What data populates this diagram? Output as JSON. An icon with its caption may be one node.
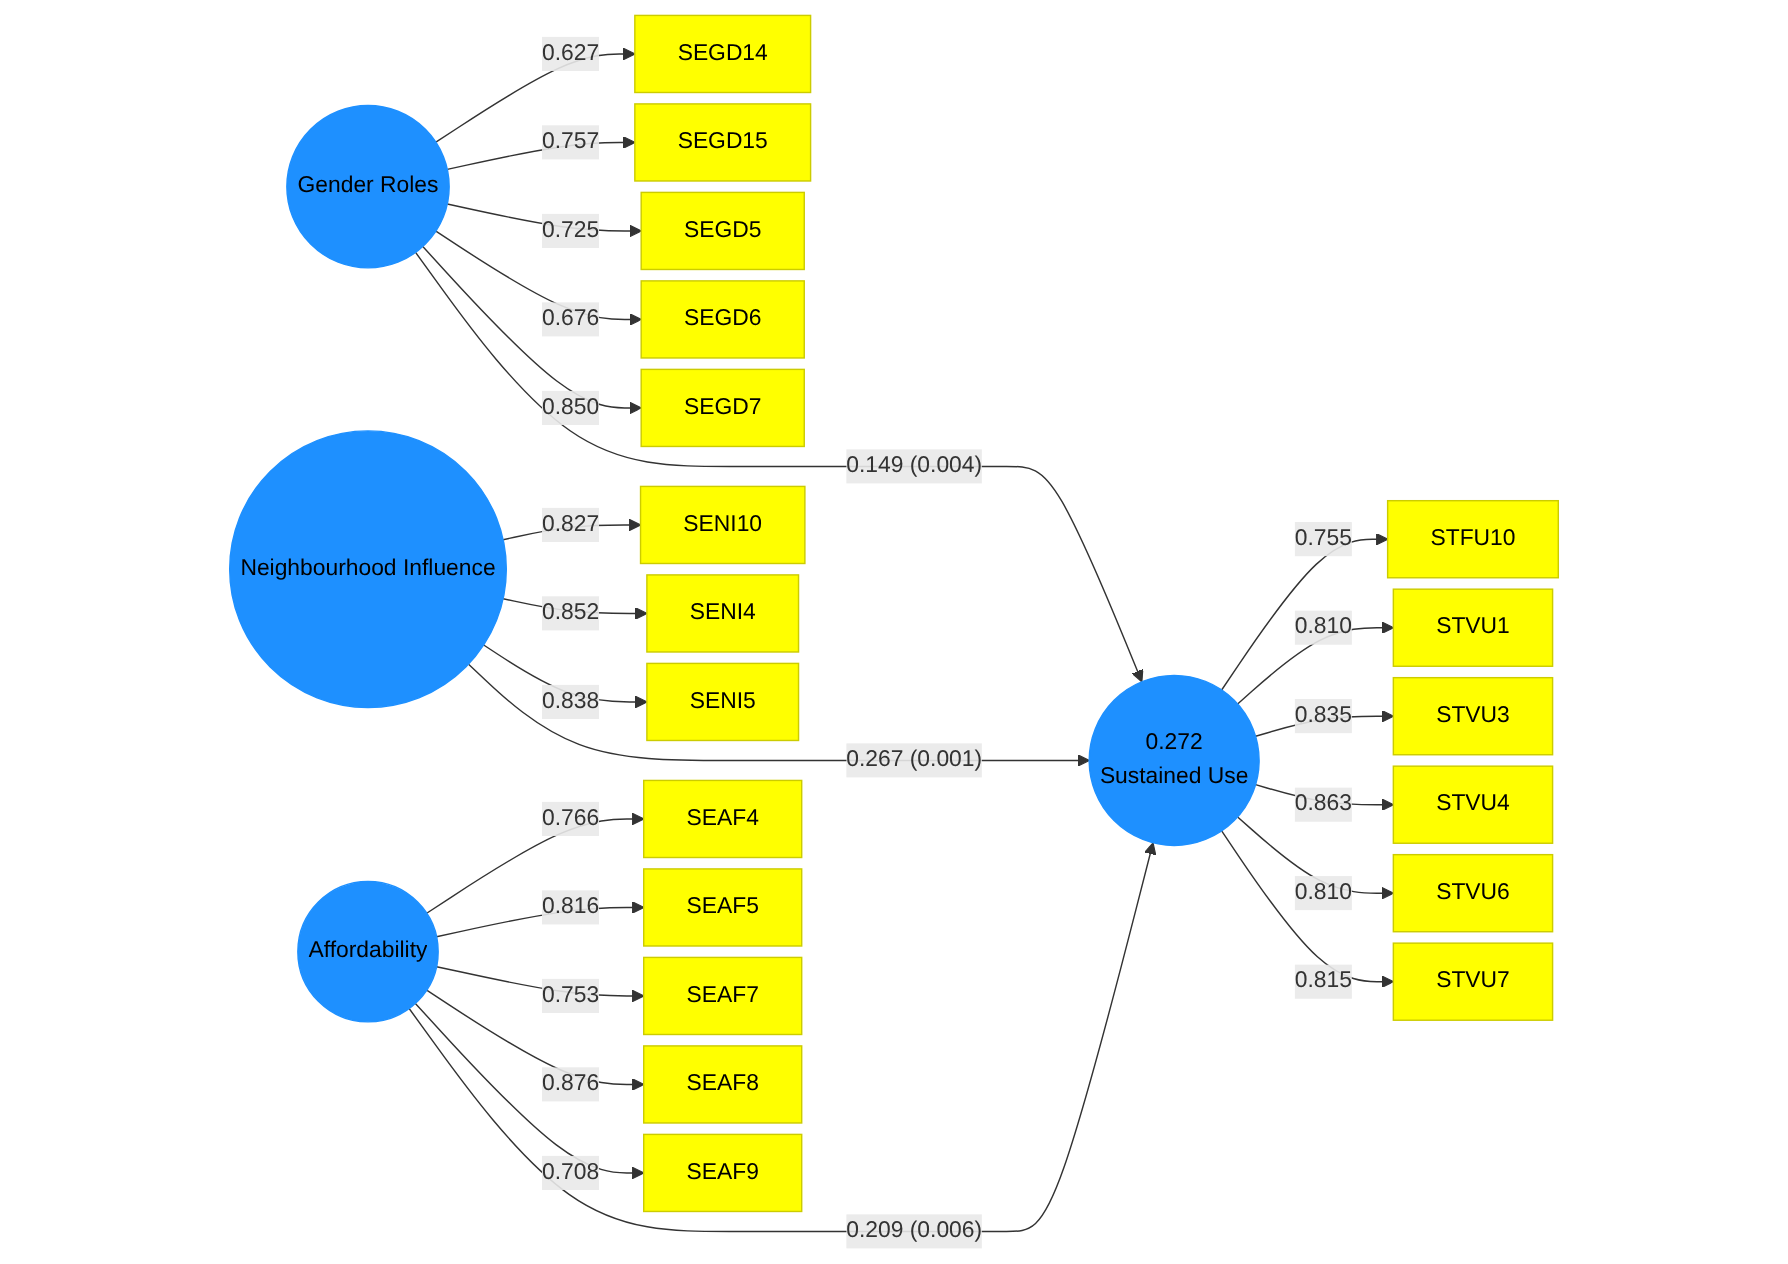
{
  "diagram": {
    "nodes": [
      {
        "text": [
          "Gender Roles"
        ]
      },
      {
        "text": [
          "SEGD14"
        ]
      },
      {
        "text": [
          "SEGD15"
        ]
      },
      {
        "text": [
          "SEGD5"
        ]
      },
      {
        "text": [
          "SEGD6"
        ]
      },
      {
        "text": [
          "SEGD7"
        ]
      },
      {
        "text": [
          "Neighbourhood Influence"
        ]
      },
      {
        "text": [
          "SENI10"
        ]
      },
      {
        "text": [
          "SENI4"
        ]
      },
      {
        "text": [
          "SENI5"
        ]
      },
      {
        "text": [
          "Affordability"
        ]
      },
      {
        "text": [
          "SEAF4"
        ]
      },
      {
        "text": [
          "SEAF5"
        ]
      },
      {
        "text": [
          "SEAF7"
        ]
      },
      {
        "text": [
          "SEAF8"
        ]
      },
      {
        "text": [
          "SEAF9"
        ]
      },
      {
        "text": [
          "0.272",
          "Sustained Use"
        ]
      },
      {
        "text": [
          "STFU10"
        ]
      },
      {
        "text": [
          "STVU1"
        ]
      },
      {
        "text": [
          "STVU3"
        ]
      },
      {
        "text": [
          "STVU4"
        ]
      },
      {
        "text": [
          "STVU6"
        ]
      },
      {
        "text": [
          "STVU7"
        ]
      }
    ],
    "edges": [
      {
        "from": 0,
        "to": 1,
        "arrow": "to",
        "label": "0.627"
      },
      {
        "from": 0,
        "to": 2,
        "arrow": "to",
        "label": "0.757"
      },
      {
        "from": 0,
        "to": 3,
        "arrow": "to",
        "label": "0.725"
      },
      {
        "from": 0,
        "to": 4,
        "arrow": "to",
        "label": "0.676"
      },
      {
        "from": 0,
        "to": 5,
        "arrow": "to",
        "label": "0.850"
      },
      {
        "from": 6,
        "to": 7,
        "arrow": "to",
        "label": "0.827"
      },
      {
        "from": 6,
        "to": 8,
        "arrow": "to",
        "label": "0.852"
      },
      {
        "from": 6,
        "to": 9,
        "arrow": "to",
        "label": "0.838"
      },
      {
        "from": 10,
        "to": 11,
        "arrow": "to",
        "label": "0.766"
      },
      {
        "from": 10,
        "to": 12,
        "arrow": "to",
        "label": "0.816"
      },
      {
        "from": 10,
        "to": 13,
        "arrow": "to",
        "label": "0.753"
      },
      {
        "from": 10,
        "to": 14,
        "arrow": "to",
        "label": "0.876"
      },
      {
        "from": 10,
        "to": 15,
        "arrow": "to",
        "label": "0.708"
      },
      {
        "from": 0,
        "to": 16,
        "arrow": "to",
        "label": "0.149 (0.004)"
      },
      {
        "from": 6,
        "to": 16,
        "arrow": "to",
        "label": "0.267 (0.001)"
      },
      {
        "from": 10,
        "to": 16,
        "arrow": "to",
        "label": "0.209 (0.006)"
      },
      {
        "from": 16,
        "to": 17,
        "arrow": "to",
        "label": "0.755"
      },
      {
        "from": 16,
        "to": 18,
        "arrow": "to",
        "label": "0.810"
      },
      {
        "from": 16,
        "to": 19,
        "arrow": "to",
        "label": "0.835"
      },
      {
        "from": 16,
        "to": 20,
        "arrow": "to",
        "label": "0.863"
      },
      {
        "from": 16,
        "to": 21,
        "arrow": "to",
        "label": "0.810"
      },
      {
        "from": 16,
        "to": 22,
        "arrow": "to",
        "label": "0.815"
      }
    ]
  }
}
